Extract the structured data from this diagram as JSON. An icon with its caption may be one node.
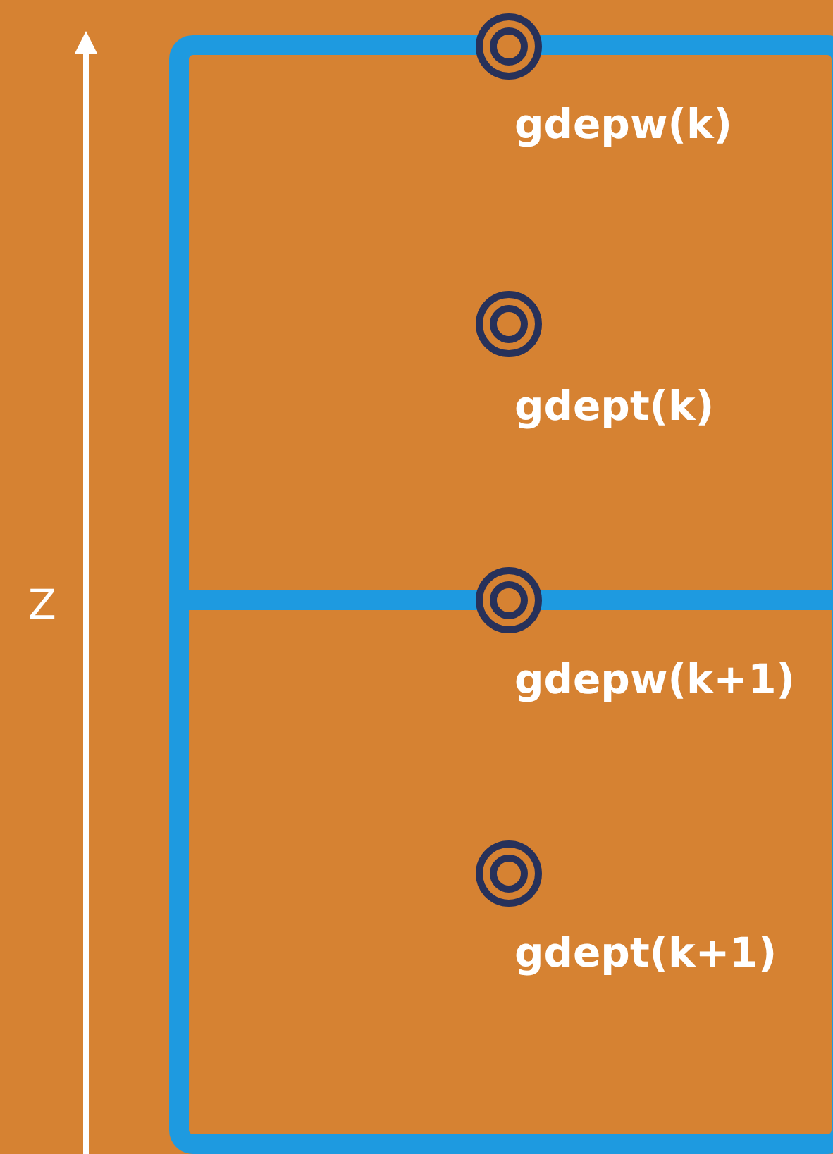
{
  "diagram": {
    "nodes": [
      {
        "text": [],
        "shape": "circle",
        "beside": [
          "gdepw(k)"
        ]
      },
      {
        "text": [],
        "shape": "circle",
        "beside": [
          "gdept(k)"
        ]
      },
      {
        "text": [],
        "shape": "circle",
        "beside": [
          "gdepw(k+1)"
        ]
      },
      {
        "text": [],
        "shape": "circle",
        "beside": [
          "gdept(k+1)"
        ]
      }
    ],
    "edges": [],
    "labels": [
      "Z"
    ]
  }
}
